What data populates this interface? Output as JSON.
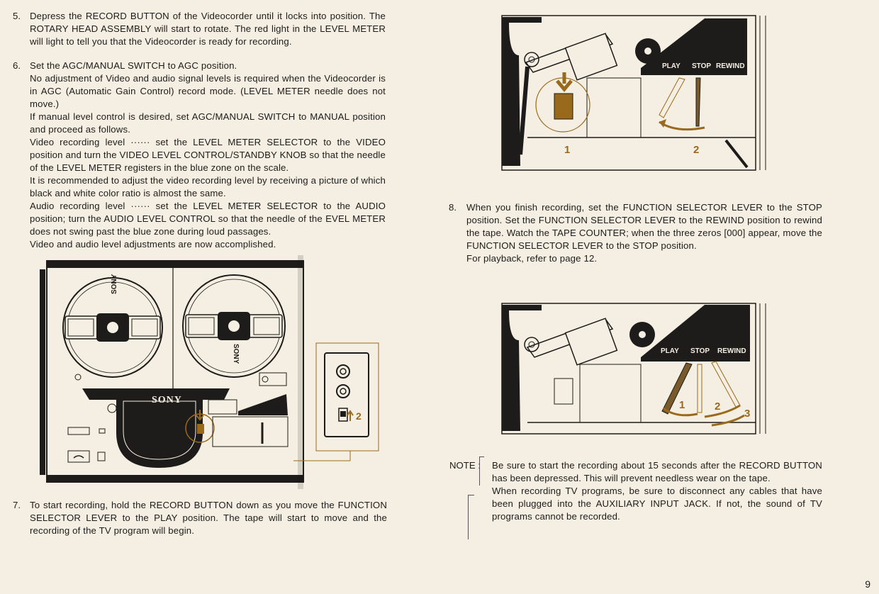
{
  "left_column": {
    "step5": {
      "number": "5.",
      "text": "Depress the RECORD BUTTON of the Videocorder until it locks into position. The ROTARY HEAD ASSEMBLY will start to rotate. The red light in the LEVEL METER will light to tell you that the Videocorder is ready for recording."
    },
    "step6": {
      "number": "6.",
      "paragraphs": [
        "Set the AGC/MANUAL SWITCH to AGC position.",
        "No adjustment of Video and audio signal levels is required when the Videocorder is in AGC (Automatic Gain Control) record mode. (LEVEL METER needle does not move.)",
        "If manual level control is desired, set AGC/MANUAL SWITCH to MANUAL position and proceed as follows.",
        "Video recording level ······ set the LEVEL METER SELECTOR to the VIDEO position and turn the VIDEO LEVEL CONTROL/STANDBY KNOB so that the needle of the LEVEL METER registers in the blue zone on the scale.",
        "It is recommended to adjust the video recording level by receiving a picture of which black and white color ratio is almost the same.",
        "Audio recording level ······ set the LEVEL METER SELECTOR to the AUDIO position; turn the AUDIO LEVEL CONTROL so that the needle of the EVEL METER does not swing past the blue zone during loud passages.",
        "Video and audio level adjustments are now accomplished."
      ]
    },
    "figure_main": {
      "brand_upper_left": "SONY",
      "brand_upper_right": "SONY",
      "brand_center": "SONY",
      "callout_number": "2"
    },
    "step7": {
      "number": "7.",
      "text": "To start recording, hold the RECORD BUTTON down as you move the FUNCTION SELECTOR LEVER to the PLAY position. The tape will start to move and the recording of the TV program will begin."
    }
  },
  "right_column": {
    "figure_top": {
      "panel_labels": [
        "PLAY",
        "STOP",
        "REWIND"
      ],
      "callouts": [
        "1",
        "2"
      ]
    },
    "step8": {
      "number": "8.",
      "paragraphs": [
        "When you finish recording, set the FUNCTION SELECTOR LEVER to the STOP position. Set the FUNCTION SELECTOR LEVER to the REWIND position to rewind the tape. Watch the TAPE COUNTER; when the three zeros [000] appear, move the FUNCTION SELECTOR LEVER to the STOP position.",
        "For playback, refer to page 12."
      ]
    },
    "figure_bottom": {
      "panel_labels": [
        "PLAY",
        "STOP",
        "REWIND"
      ],
      "callouts": [
        "1",
        "2",
        "3"
      ]
    },
    "note": {
      "label": "NOTE :",
      "paragraphs": [
        "Be sure to start the recording about 15 seconds after the RECORD BUTTON has been depressed. This will prevent needless wear on the tape.",
        "When recording TV programs, be sure to disconnect any cables that have been plugged into the AUXILIARY INPUT JACK. If not, the sound of TV programs cannot be recorded."
      ]
    }
  },
  "page_number": "9",
  "colors": {
    "paper": "#f4efe2",
    "ink": "#1e1c1a",
    "accent": "#9a6a1c"
  }
}
